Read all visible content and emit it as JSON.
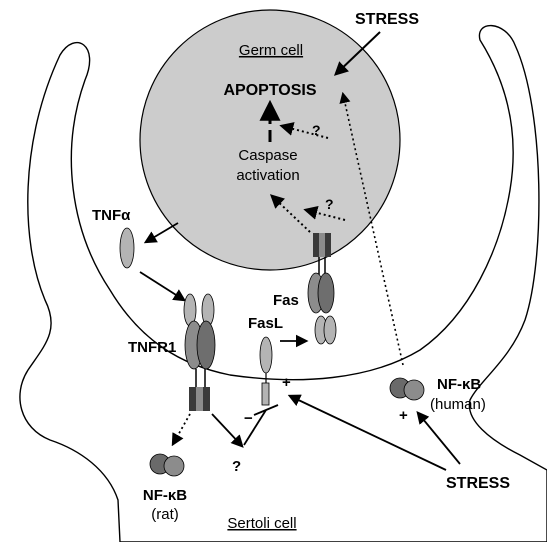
{
  "diagram": {
    "labels": {
      "stress_top": "STRESS",
      "germ_cell": "Germ cell",
      "apoptosis": "APOPTOSIS",
      "question_upper": "?",
      "caspase_line1": "Caspase",
      "caspase_line2": "activation",
      "question_middle": "?",
      "tnf_alpha": "TNFα",
      "fas": "Fas",
      "fasl": "FasL",
      "tnfr1": "TNFR1",
      "plus_fasl": "+",
      "minus_fasl": "−",
      "question_lower": "?",
      "nfkb_human": "NF-κB",
      "nfkb_human_sub": "(human)",
      "plus_human": "+",
      "nfkb_rat": "NF-κB",
      "nfkb_rat_sub": "(rat)",
      "stress_bottom": "STRESS",
      "sertoli_cell": "Sertoli cell"
    },
    "colors": {
      "cell_fill": "#ffffff",
      "germ_fill": "#cccccc",
      "receptor_dark": "#6e6e6e",
      "receptor_mid": "#8c8c8c",
      "receptor_light": "#b4b4b4",
      "nfkb_fill": "#6a6a6a",
      "box_dark": "#3a3a3a",
      "stroke": "#000000"
    }
  }
}
